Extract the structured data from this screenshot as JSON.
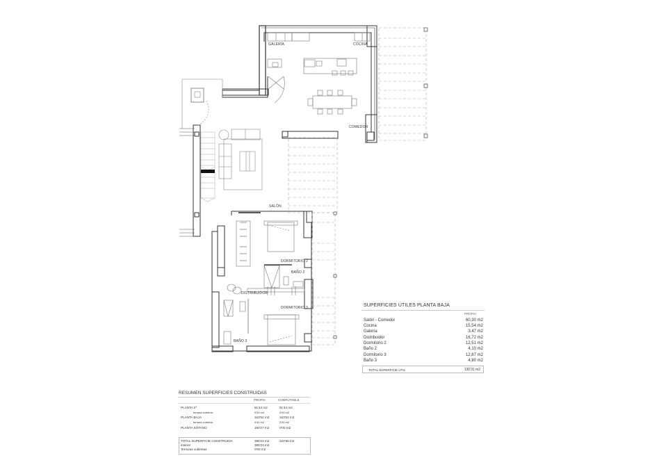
{
  "drawing": {
    "type": "floor-plan",
    "level": "Planta Baja",
    "rooms": [
      {
        "id": "galeria",
        "label": "GALERÍA"
      },
      {
        "id": "cocina",
        "label": "COCINA"
      },
      {
        "id": "comedor",
        "label": "COMEDOR"
      },
      {
        "id": "salon",
        "label": "SALÓN"
      },
      {
        "id": "dormitorio2",
        "label": "DORMITORIO 2"
      },
      {
        "id": "bano2",
        "label": "BAÑO 2"
      },
      {
        "id": "distribuidor",
        "label": "DISTRIBUIDOR"
      },
      {
        "id": "dormitorio3",
        "label": "DORMITORIO 3"
      },
      {
        "id": "bano3",
        "label": "BAÑO 3"
      }
    ],
    "colors": {
      "wall": "#333333",
      "thin_line": "#888888",
      "dashed": "#aaaaaa",
      "stair_band": "#111111"
    }
  },
  "useful_areas": {
    "title": "SUPERFICIES ÚTILES PLANTA BAJA",
    "column_header": "PROPIA",
    "rows": [
      {
        "name": "Salón - Comedor",
        "value": "60,30 m2"
      },
      {
        "name": "Cocina",
        "value": "15,54 m2"
      },
      {
        "name": "Galería",
        "value": "3,47 m2"
      },
      {
        "name": "Distribuidor",
        "value": "16,72 m2"
      },
      {
        "name": "Dormitorio 2",
        "value": "12,51 m2"
      },
      {
        "name": "Baño 2",
        "value": "4,10 m2"
      },
      {
        "name": "Dormitorio 3",
        "value": "12,87 m2"
      },
      {
        "name": "Baño 3",
        "value": "4,80 m2"
      }
    ],
    "total_label": "TOTAL SUPERFICIE ÚTIL",
    "total_value": "130'31 m2"
  },
  "built_areas": {
    "title": "RESUMEN SUPERFICIES CONSTRUIDAS",
    "headers": [
      "PROPIA",
      "COMPUTABLE"
    ],
    "rows": [
      {
        "name": "PLANTA 1ª",
        "propia": "61'44 m2",
        "computable": "61'44 m2",
        "indent": false
      },
      {
        "name": "terraza cubierta",
        "propia": "0'00 m2",
        "computable": "0'00 m2",
        "indent": true
      },
      {
        "name": "PLANTA BAJA",
        "propia": "163'52 m2",
        "computable": "163'52 m2",
        "indent": false
      },
      {
        "name": "terraza cubierta",
        "propia": "0'00 m2",
        "computable": "0'00 m2",
        "indent": true
      },
      {
        "name": "PLANTA SÓTANO",
        "propia": "160'27 m2",
        "computable": "0'00 m2",
        "indent": false
      }
    ],
    "totals": [
      {
        "name": "TOTAL SUPERFICIE CONSTRUIDA",
        "propia": "385'23 m2",
        "computable": "224'96 m2"
      },
      {
        "name": "interior",
        "propia": "385'23 m2",
        "computable": ""
      },
      {
        "name": "Terrazas cubiertas",
        "propia": "0'00 m2",
        "computable": ""
      }
    ]
  }
}
